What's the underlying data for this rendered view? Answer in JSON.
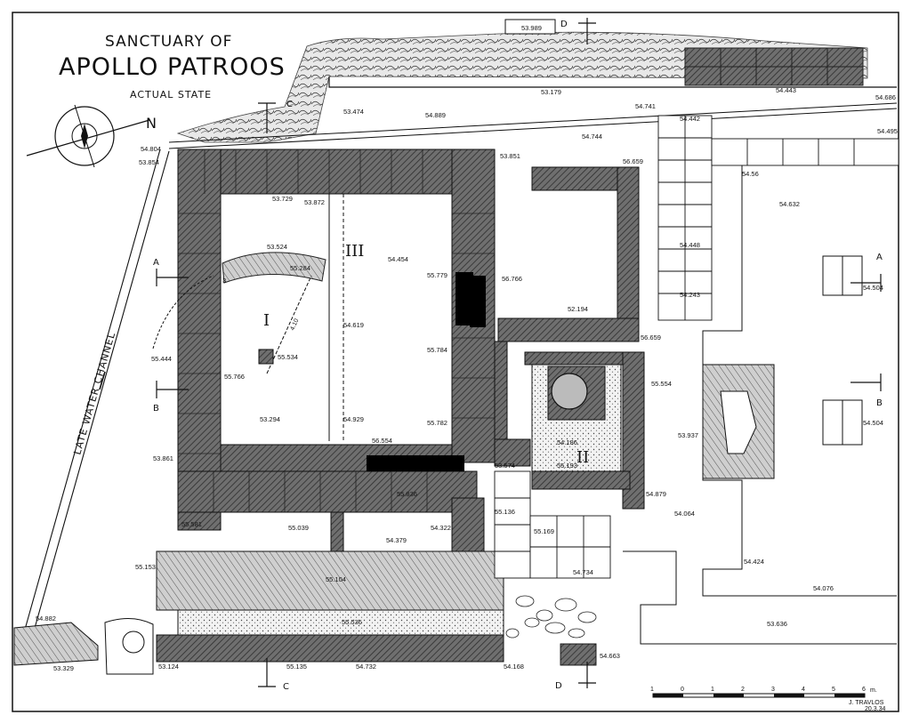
{
  "title": {
    "line1": "SANCTUARY OF",
    "line2": "APOLLO PATROOS",
    "line3": "ACTUAL STATE"
  },
  "north_label": "N",
  "channel_label": "LATE WATER CHANNEL",
  "section_labels": {
    "a": "A",
    "b": "B",
    "c": "C",
    "d": "D"
  },
  "rooms": {
    "r1": "I",
    "r2": "II",
    "r3": "III"
  },
  "measure": "4.10",
  "scale": {
    "ticks": [
      "1",
      "0",
      "1",
      "2",
      "3",
      "4",
      "5",
      "6"
    ],
    "unit": "m."
  },
  "signature": {
    "name": "J. TRAVLOS",
    "date": "20.3.34"
  },
  "elevations": {
    "e01": "53.989",
    "e02": "53.179",
    "e03": "54.443",
    "e04": "54.686",
    "e05": "53.474",
    "e06": "54.889",
    "e07": "54.741",
    "e08": "54.442",
    "e09": "54.495",
    "e10": "54.804",
    "e11": "53.854",
    "e12": "54.744",
    "e13": "53.851",
    "e14": "56.659",
    "e15": "54.56",
    "e16": "54.632",
    "e17": "53.729",
    "e18": "53.872",
    "e19": "53.524",
    "e20": "55.284",
    "e21": "54.454",
    "e22": "55.779",
    "e23": "56.766",
    "e24": "54.448",
    "e25": "54.504",
    "e26": "54.243",
    "e27": "52.194",
    "e28": "54.619",
    "e29": "56.659",
    "e30": "55.444",
    "e31": "55.534",
    "e32": "55.784",
    "e33": "55.766",
    "e34": "55.554",
    "e35": "53.294",
    "e36": "54.929",
    "e37": "55.782",
    "e38": "56.554",
    "e39": "54.186",
    "e40": "53.937",
    "e41": "54.504",
    "e42": "53.861",
    "e43": "53.574",
    "e44": "55.193",
    "e45": "54.879",
    "e46": "55.836",
    "e47": "55.581",
    "e48": "55.039",
    "e49": "55.136",
    "e50": "54.064",
    "e51": "54.379",
    "e52": "54.322",
    "e53": "55.169",
    "e54": "55.153",
    "e55": "54.734",
    "e56": "54.424",
    "e57": "55.104",
    "e58": "54.076",
    "e59": "55.536",
    "e60": "54.882",
    "e61": "53.636",
    "e62": "53.124",
    "e63": "55.135",
    "e64": "54.732",
    "e65": "54.168",
    "e66": "54.663",
    "e67": "53.329",
    "e68": "3"
  }
}
